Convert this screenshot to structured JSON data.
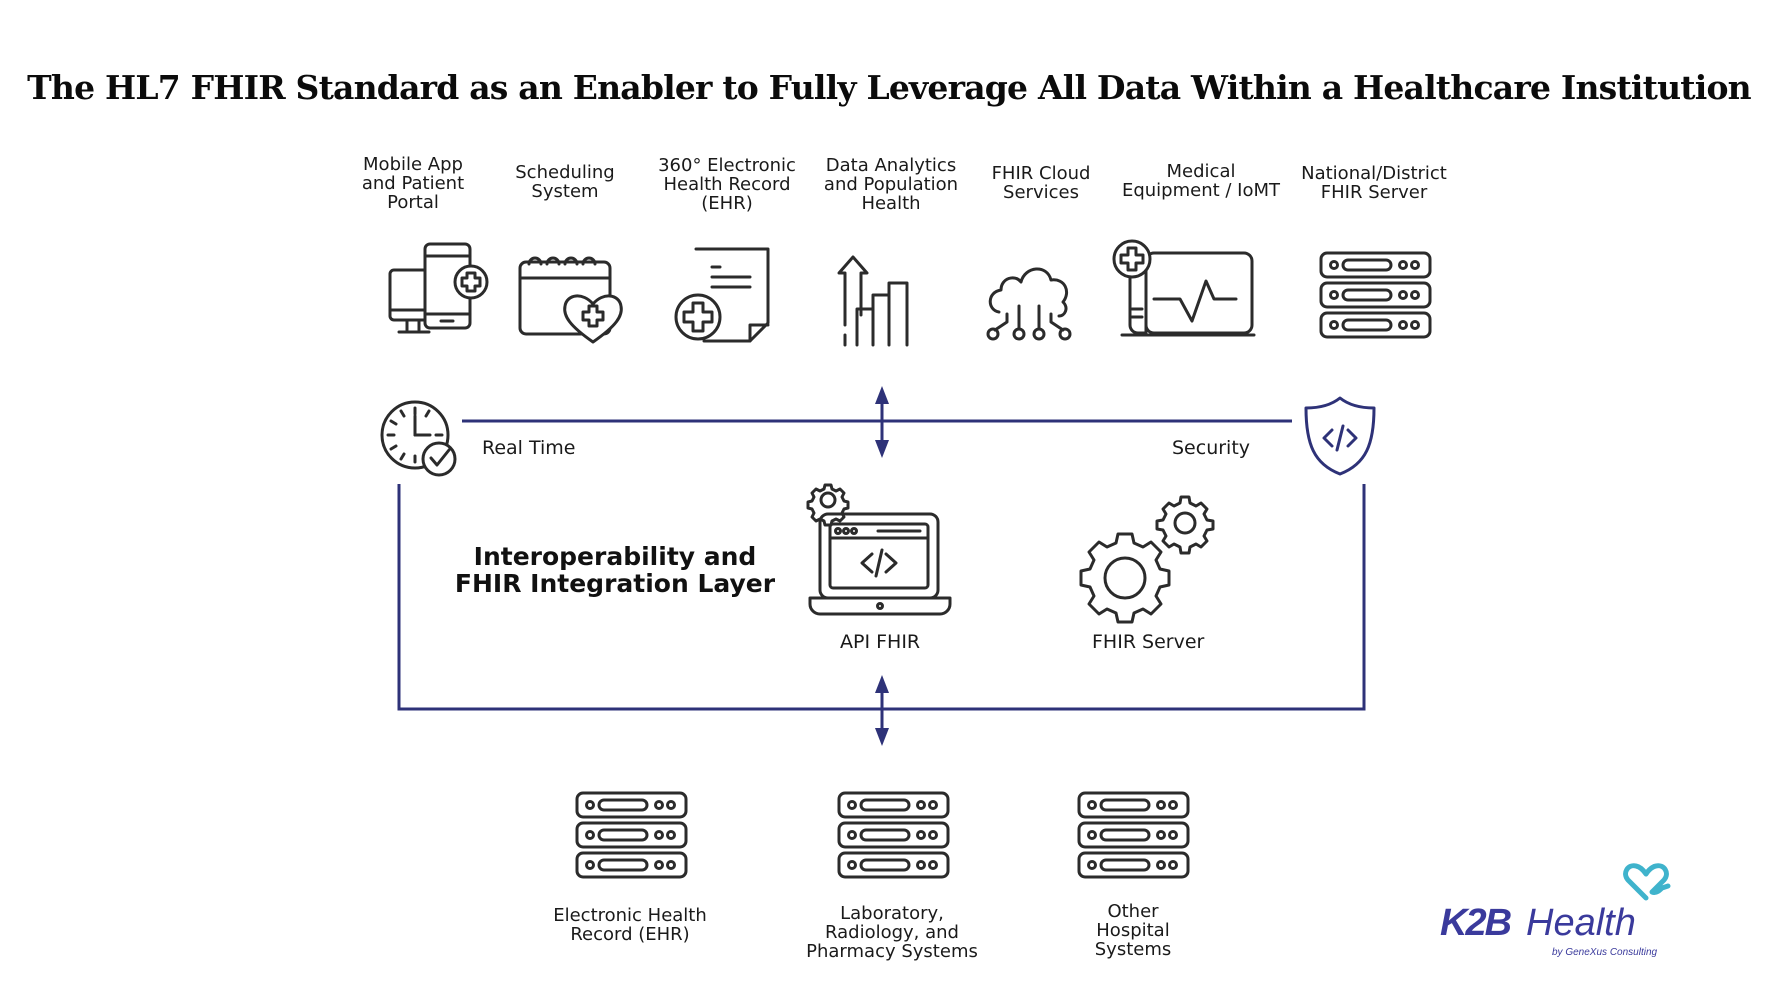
{
  "title": "The HL7 FHIR Standard as an Enabler to Fully Leverage All Data Within a Healthcare Institution",
  "top_systems": [
    {
      "id": "mobile",
      "icon": "mobile-app-icon",
      "lines": [
        "Mobile App",
        "and Patient",
        "Portal"
      ]
    },
    {
      "id": "scheduling",
      "icon": "calendar-heart-icon",
      "lines": [
        "Scheduling",
        "System"
      ]
    },
    {
      "id": "ehr360",
      "icon": "medical-document-icon",
      "lines": [
        "360° Electronic",
        "Health Record",
        "(EHR)"
      ]
    },
    {
      "id": "analytics",
      "icon": "growth-chart-icon",
      "lines": [
        "Data Analytics",
        "and Population",
        "Health"
      ]
    },
    {
      "id": "cloud",
      "icon": "cloud-network-icon",
      "lines": [
        "FHIR Cloud",
        "Services"
      ]
    },
    {
      "id": "iomt",
      "icon": "medical-monitor-icon",
      "lines": [
        "Medical",
        "Equipment / IoMT"
      ]
    },
    {
      "id": "national",
      "icon": "server-rack-icon",
      "lines": [
        "National/District",
        "FHIR Server"
      ]
    }
  ],
  "layer": {
    "title_lines": [
      "Interoperability and",
      "FHIR Integration Layer"
    ],
    "real_time_label": "Real Time",
    "security_label": "Security",
    "api_label": "API FHIR",
    "server_label": "FHIR Server",
    "line_color": "#2e3278"
  },
  "bottom_systems": [
    {
      "id": "ehr",
      "icon": "server-rack-icon",
      "lines": [
        "Electronic Health",
        "Record (EHR)"
      ]
    },
    {
      "id": "lab",
      "icon": "server-rack-icon",
      "lines": [
        "Laboratory,",
        "Radiology, and",
        "Pharmacy Systems"
      ]
    },
    {
      "id": "other",
      "icon": "server-rack-icon",
      "lines": [
        "Other",
        "Hospital",
        "Systems"
      ]
    }
  ],
  "logo": {
    "brand_bold": "K2B",
    "brand_light": "Health",
    "byline": "by GeneXus Consulting",
    "brand_color": "#3a3a9c",
    "heart_color": "#3fb3cc"
  }
}
